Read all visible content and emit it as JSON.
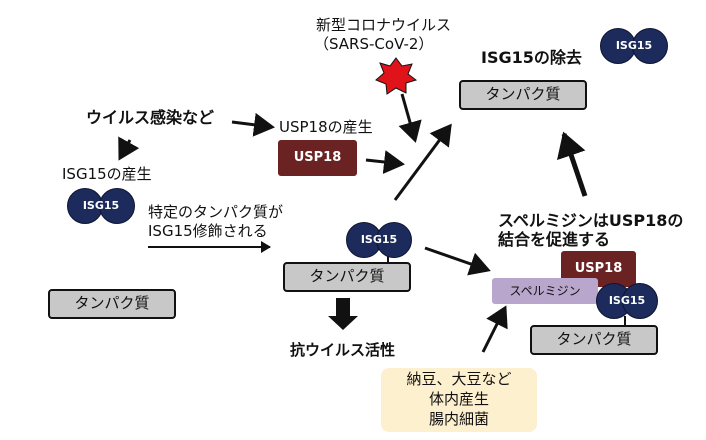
{
  "labels": {
    "covid_line1": "新型コロナウイルス",
    "covid_line2": "（SARS-CoV-2）",
    "isg15_removal": "ISG15の除去",
    "virus_infection": "ウイルス感染など",
    "usp18_production": "USP18の産生",
    "isg15_production": "ISG15の産生",
    "modification_line1": "特定のタンパク質が",
    "modification_line2": "ISG15修飾される",
    "spermidine_promotes_line1": "スペルミジンはUSP18の",
    "spermidine_promotes_line2": "結合を促進する",
    "antiviral": "抗ウイルス活性",
    "sources_line1": "納豆、大豆など",
    "sources_line2": "体内産生",
    "sources_line3": "腸内細菌"
  },
  "nodes": {
    "protein": "タンパク質",
    "usp18": "USP18",
    "isg15": "ISG15",
    "spermidine": "スペルミジン"
  },
  "colors": {
    "usp18": "#6b2222",
    "isg15": "#1c2b5c",
    "protein": "#c8c8c8",
    "spermidine": "#b9a6cc",
    "sources_bg": "#fdf0cf",
    "virus": "#e0121a"
  }
}
